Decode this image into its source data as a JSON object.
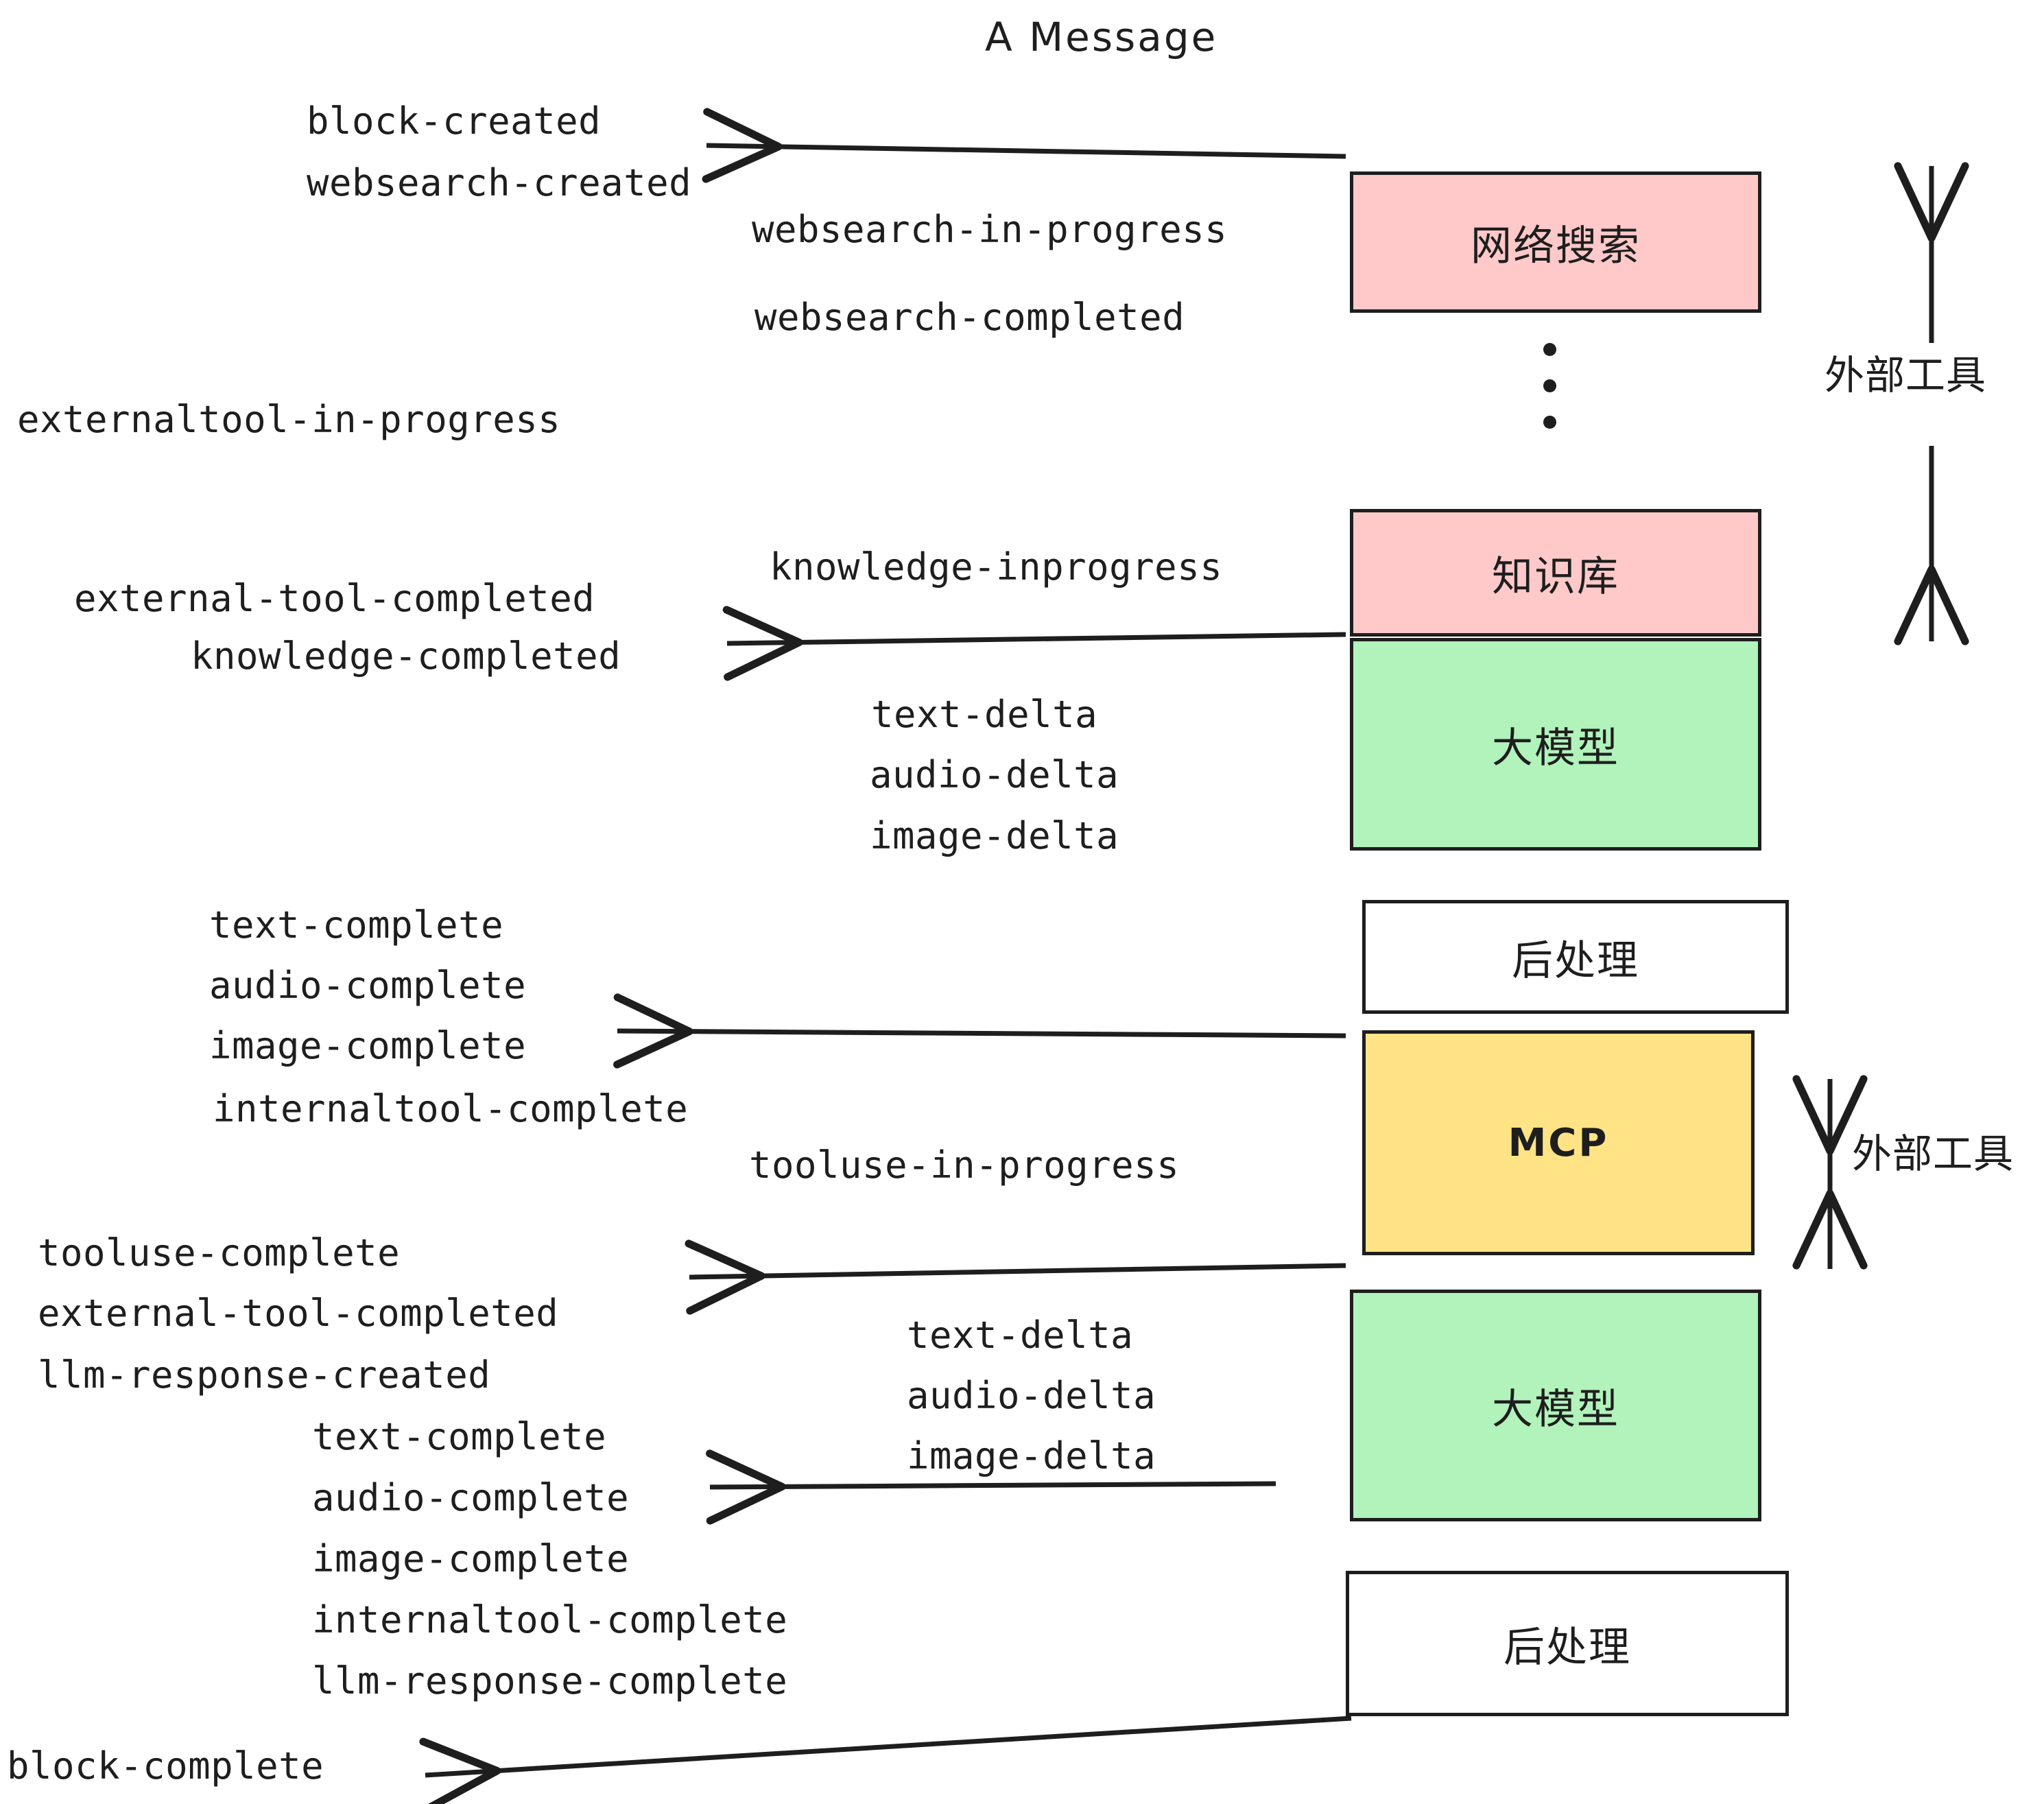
{
  "diagram": {
    "title": "A Message",
    "colors": {
      "pink": "#ffc9c9",
      "green": "#b2f2bb",
      "yellow": "#ffe385",
      "white": "#ffffff",
      "stroke": "#1e1e1e"
    },
    "nodes": [
      {
        "id": "websearch",
        "label": "网络搜索",
        "fill": "pink"
      },
      {
        "id": "knowledge",
        "label": "知识库",
        "fill": "pink"
      },
      {
        "id": "llm-1",
        "label": "大模型",
        "fill": "green"
      },
      {
        "id": "postprocess-1",
        "label": "后处理",
        "fill": "white"
      },
      {
        "id": "mcp",
        "label": "MCP",
        "fill": "yellow"
      },
      {
        "id": "llm-2",
        "label": "大模型",
        "fill": "green"
      },
      {
        "id": "postprocess-2",
        "label": "后处理",
        "fill": "white"
      }
    ],
    "group_labels": [
      {
        "id": "external-tools-top",
        "label": "外部工具"
      },
      {
        "id": "external-tools-bottom",
        "label": "外部工具"
      }
    ],
    "events": [
      {
        "id": "block-created",
        "text": "block-created"
      },
      {
        "id": "websearch-created",
        "text": "websearch-created"
      },
      {
        "id": "websearch-in-progress",
        "text": "websearch-in-progress"
      },
      {
        "id": "websearch-completed",
        "text": "websearch-completed"
      },
      {
        "id": "externaltool-in-progress",
        "text": "externaltool-in-progress"
      },
      {
        "id": "knowledge-inprogress",
        "text": "knowledge-inprogress"
      },
      {
        "id": "external-tool-completed-1",
        "text": "external-tool-completed"
      },
      {
        "id": "knowledge-completed",
        "text": "knowledge-completed"
      },
      {
        "id": "text-delta-1",
        "text": "text-delta"
      },
      {
        "id": "audio-delta-1",
        "text": "audio-delta"
      },
      {
        "id": "image-delta-1",
        "text": "image-delta"
      },
      {
        "id": "text-complete-1",
        "text": "text-complete"
      },
      {
        "id": "audio-complete-1",
        "text": "audio-complete"
      },
      {
        "id": "image-complete-1",
        "text": "image-complete"
      },
      {
        "id": "internaltool-complete-1",
        "text": "internaltool-complete"
      },
      {
        "id": "tooluse-in-progress",
        "text": "tooluse-in-progress"
      },
      {
        "id": "tooluse-complete",
        "text": "tooluse-complete"
      },
      {
        "id": "external-tool-completed-2",
        "text": "external-tool-completed"
      },
      {
        "id": "llm-response-created",
        "text": "llm-response-created"
      },
      {
        "id": "text-delta-2",
        "text": "text-delta"
      },
      {
        "id": "audio-delta-2",
        "text": "audio-delta"
      },
      {
        "id": "image-delta-2",
        "text": "image-delta"
      },
      {
        "id": "text-complete-2",
        "text": "text-complete"
      },
      {
        "id": "audio-complete-2",
        "text": "audio-complete"
      },
      {
        "id": "image-complete-2",
        "text": "image-complete"
      },
      {
        "id": "internaltool-complete-2",
        "text": "internaltool-complete"
      },
      {
        "id": "llm-response-complete",
        "text": "llm-response-complete"
      },
      {
        "id": "block-complete",
        "text": "block-complete"
      }
    ]
  }
}
